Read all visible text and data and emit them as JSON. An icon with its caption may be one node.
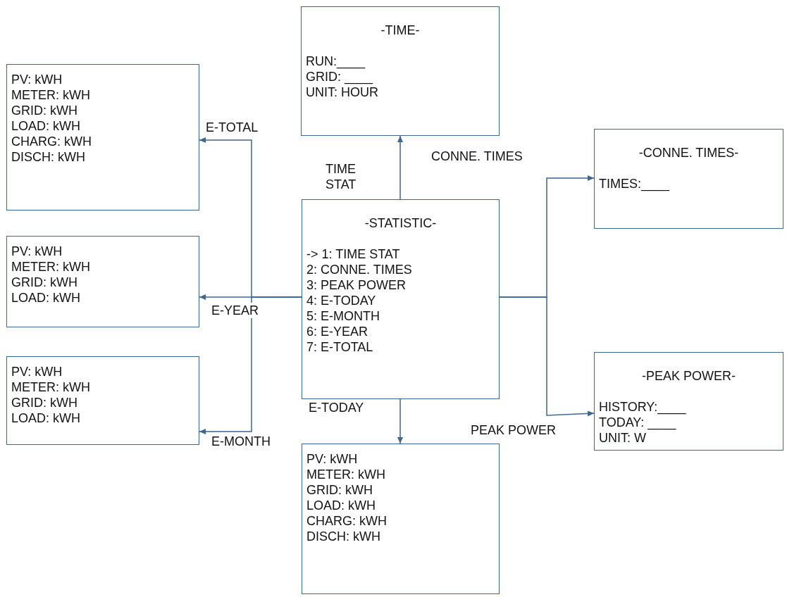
{
  "diagram": {
    "nodes": [
      {
        "text": [
          "-TIME-",
          "RUN:____",
          "GRID: ____",
          "UNIT: HOUR"
        ]
      },
      {
        "text": [
          "PV: kWH",
          "METER: kWH",
          "GRID: kWH",
          "LOAD: kWH",
          "CHARG: kWH",
          "DISCH: kWH"
        ]
      },
      {
        "text": [
          "-CONNE. TIMES-",
          "TIMES:____"
        ]
      },
      {
        "text": [
          "-STATISTIC-",
          "-> 1: TIME STAT",
          "2: CONNE. TIMES",
          "3: PEAK POWER",
          "4: E-TODAY",
          "5: E-MONTH",
          "6: E-YEAR",
          "7: E-TOTAL"
        ]
      },
      {
        "text": [
          "PV: kWH",
          "METER: kWH",
          "GRID: kWH",
          "LOAD: kWH"
        ]
      },
      {
        "text": [
          "PV: kWH",
          "METER: kWH",
          "GRID: kWH",
          "LOAD: kWH"
        ]
      },
      {
        "text": [
          "-PEAK POWER-",
          "HISTORY:____",
          "TODAY: ____",
          "UNIT: W"
        ]
      },
      {
        "text": [
          "PV: kWH",
          "METER: kWH",
          "GRID: kWH",
          "LOAD: kWH",
          "CHARG: kWH",
          "DISCH: kWH"
        ]
      }
    ],
    "edges": [
      {
        "from": 3,
        "to": 0,
        "arrow": "to",
        "label": "TIME STAT"
      },
      {
        "from": 3,
        "to": 2,
        "arrow": "to",
        "label": "CONNE. TIMES"
      },
      {
        "from": 3,
        "to": 1,
        "arrow": "to",
        "label": "E-TOTAL"
      },
      {
        "from": 3,
        "to": 4,
        "arrow": "to",
        "label": "E-YEAR"
      },
      {
        "from": 3,
        "to": 7,
        "arrow": "to",
        "label": "E-TODAY"
      },
      {
        "from": 3,
        "to": 6,
        "arrow": "to",
        "label": "PEAK POWER"
      },
      {
        "from": 3,
        "to": 5,
        "arrow": "to",
        "label": "E-MONTH"
      }
    ]
  }
}
